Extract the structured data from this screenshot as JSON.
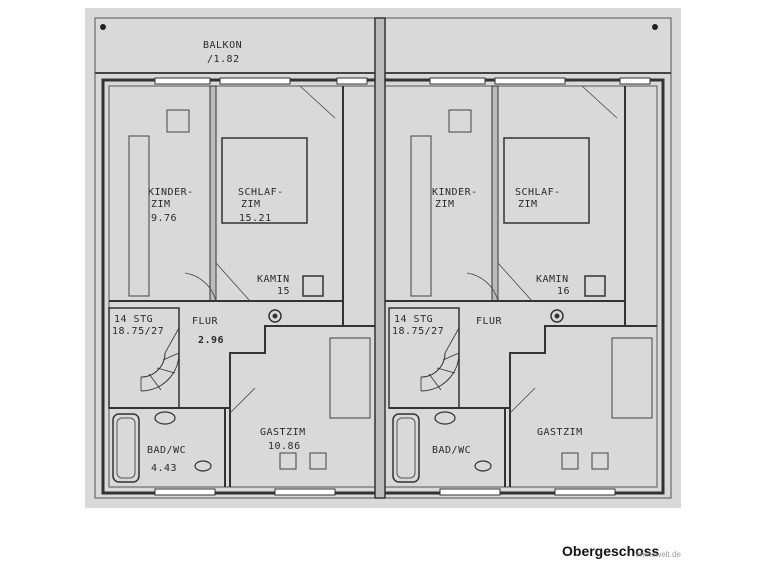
{
  "plan": {
    "balcony": {
      "name": "BALKON",
      "area": "/1.82"
    },
    "left_unit": {
      "kinder": {
        "line1": "KINDER-",
        "line2": "ZIM",
        "area": "9.76"
      },
      "schlaf": {
        "line1": "SCHLAF-",
        "line2": "ZIM",
        "area": "15.21"
      },
      "kamin": {
        "name": "KAMIN",
        "value": "15"
      },
      "stair": {
        "line1": "14 STG",
        "line2": "18.75/27"
      },
      "flur": {
        "name": "FLUR",
        "area": "2.96"
      },
      "bad": {
        "name": "BAD/WC",
        "area": "4.43"
      },
      "gast": {
        "name": "GASTZIM",
        "area": "10.86"
      }
    },
    "right_unit": {
      "kinder": {
        "line1": "KINDER-",
        "line2": "ZIM"
      },
      "schlaf": {
        "line1": "SCHLAF-",
        "line2": "ZIM"
      },
      "kamin": {
        "name": "KAMIN",
        "value": "16"
      },
      "stair": {
        "line1": "14 STG",
        "line2": "18.75/27"
      },
      "flur": {
        "name": "FLUR"
      },
      "bad": {
        "name": "BAD/WC"
      },
      "gast": {
        "name": "GASTZIM"
      }
    }
  },
  "caption": "Obergeschoss",
  "watermark": "immowelt.de"
}
